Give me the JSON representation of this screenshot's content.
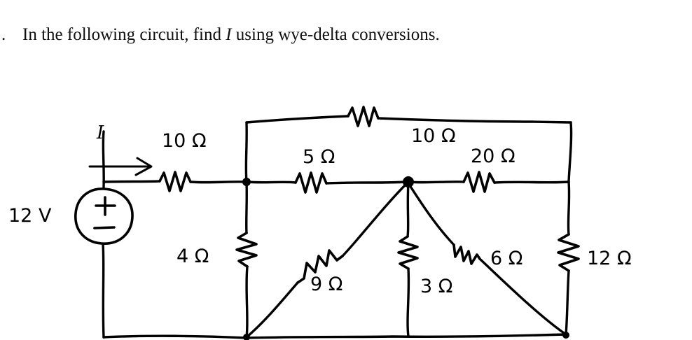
{
  "problem": {
    "number": ".",
    "text_before_symbol": "In the following circuit, find ",
    "symbol": "I",
    "text_after_symbol": " using wye-delta conversions."
  },
  "circuit": {
    "source": {
      "label": "12 V",
      "plus": "+",
      "minus": "−"
    },
    "current_label": "I",
    "components": [
      {
        "name": "r-10-series",
        "label": "10 Ω",
        "orientation": "horizontal"
      },
      {
        "name": "r-5-middle",
        "label": "5 Ω",
        "orientation": "horizontal"
      },
      {
        "name": "r-10-top",
        "label": "10 Ω",
        "orientation": "horizontal"
      },
      {
        "name": "r-20-right",
        "label": "20 Ω",
        "orientation": "horizontal"
      },
      {
        "name": "r-4-vertical",
        "label": "4 Ω",
        "orientation": "vertical"
      },
      {
        "name": "r-9-diagonal",
        "label": "9 Ω",
        "orientation": "diagonal"
      },
      {
        "name": "r-3-vertical",
        "label": "3 Ω",
        "orientation": "vertical"
      },
      {
        "name": "r-6-diagonal",
        "label": "6 Ω",
        "orientation": "diagonal"
      },
      {
        "name": "r-12-vertical",
        "label": "12 Ω",
        "orientation": "vertical"
      }
    ],
    "colors": {
      "ink": "#000000",
      "background": "#ffffff"
    }
  }
}
